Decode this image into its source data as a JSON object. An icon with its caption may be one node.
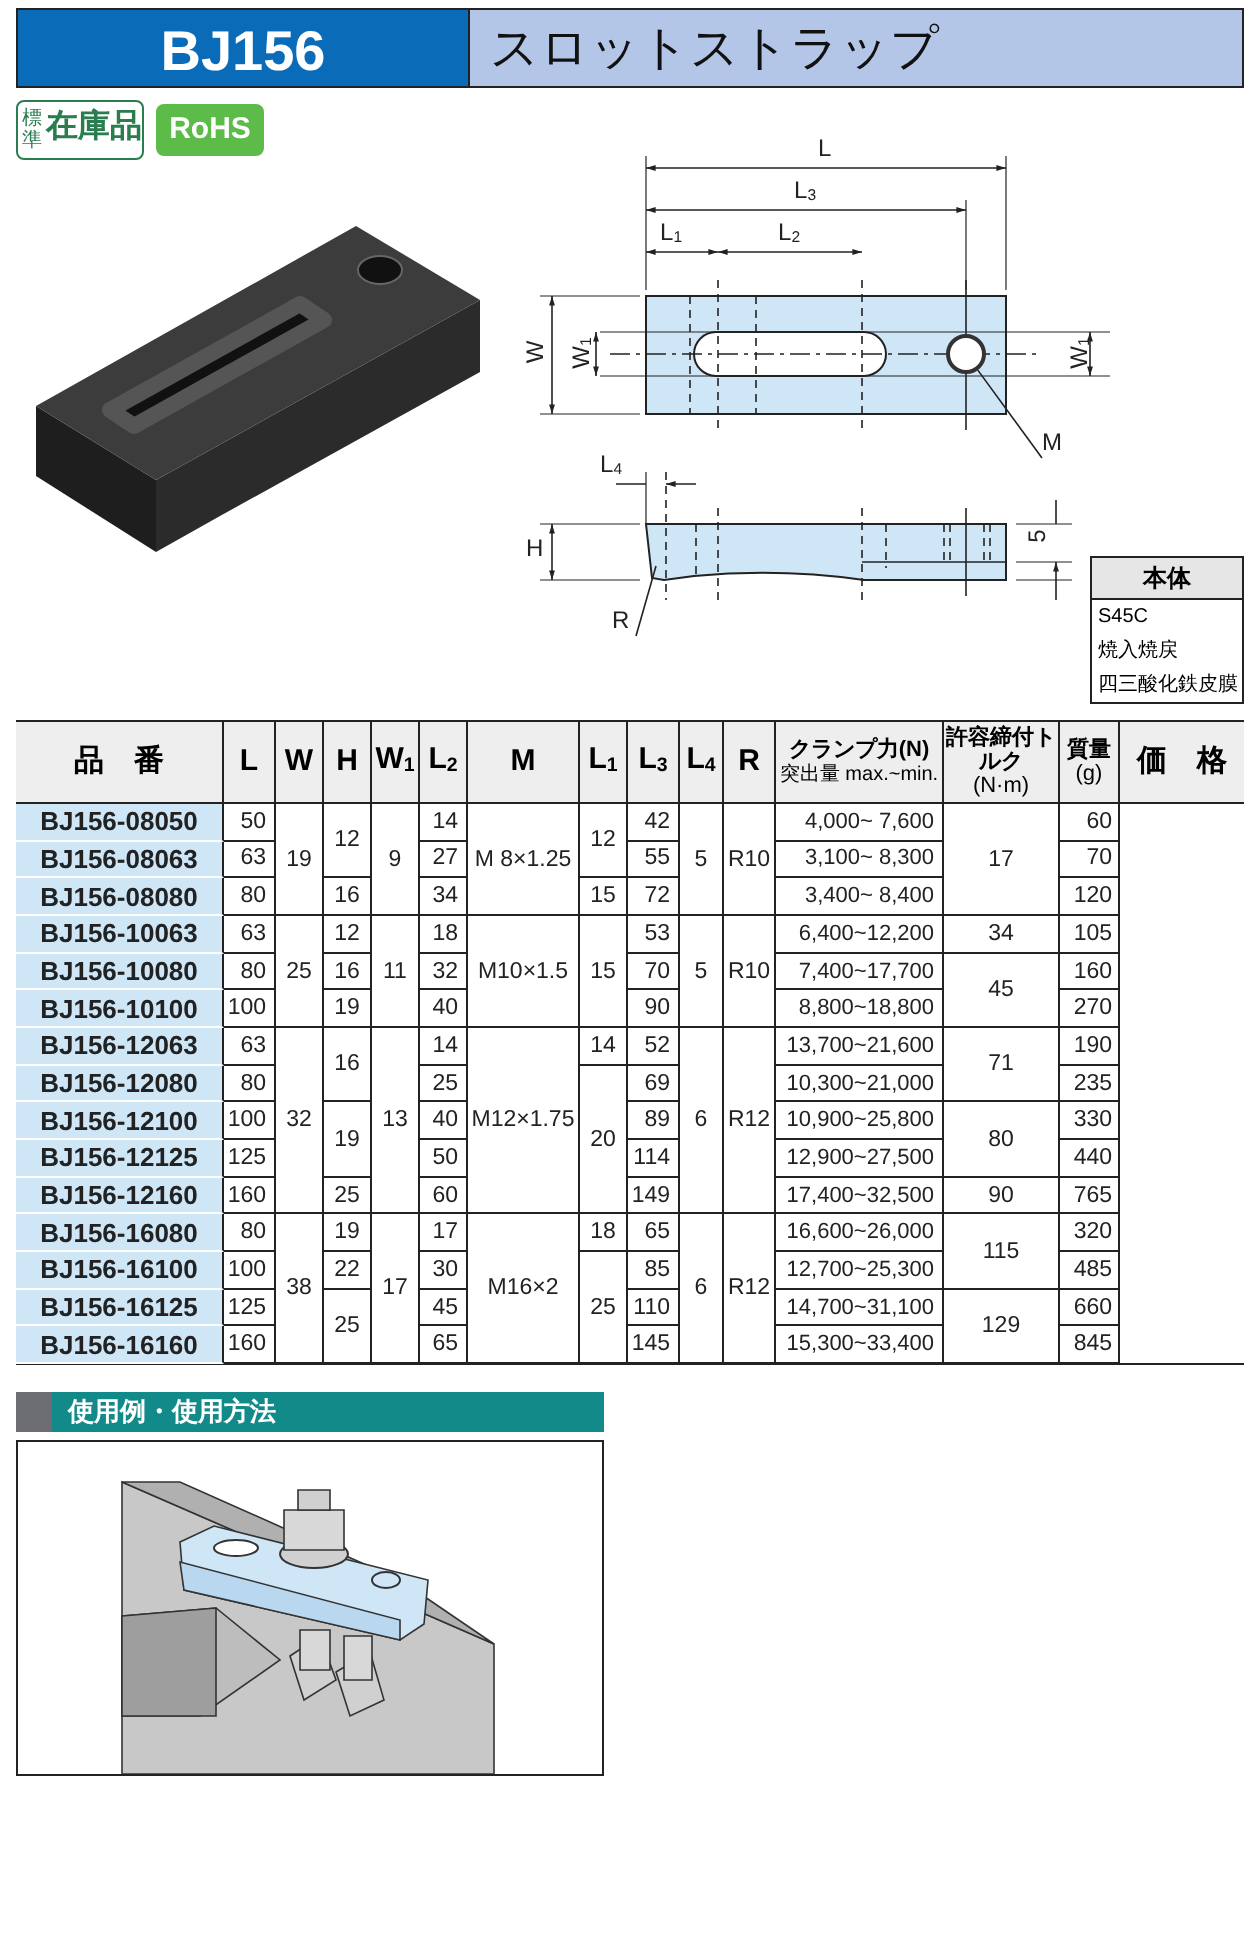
{
  "diagram": {
    "title": "スロットストラップ",
    "nodes": [
      {
        "text": [
          "M"
        ]
      },
      {
        "text": [],
        "shape": "circle"
      },
      {
        "text": [
          "R"
        ]
      },
      {
        "text": [
          "本体",
          "S45C",
          "焼入焼戻",
          "四三酸化鉄皮膜"
        ]
      }
    ],
    "edges": [
      {
        "from": 0,
        "to": 1,
        "arrow": "none"
      },
      {
        "from": 2,
        "to": null,
        "arrow": "none"
      }
    ],
    "labels": [
      "BJ156",
      "標準",
      "在庫品",
      "RoHS",
      "L",
      "L$_{3}$",
      "L$_{1}$",
      "L$_{2}$",
      "W",
      "W$_{1}$",
      "W$_{1}$",
      "L$_{4}$",
      "H",
      "5",
      "品　番",
      "L",
      "W",
      "H",
      "W$_{1}$",
      "L$_{2}$",
      "M",
      "L$_{1}$",
      "L$_{3}$",
      "L$_{4}$",
      "R",
      "クランプ力(N)",
      "突出量 max.~min.",
      "許容締付トルク",
      "(N·m)",
      "質量",
      "(g)",
      "価　格",
      "BJ156-08050",
      "50",
      "19",
      "12",
      "9",
      "14",
      "M 8×1.25",
      "12",
      "42",
      "5",
      "R10",
      "4,000~ 7,600",
      "17",
      "60",
      "BJ156-08063",
      "63",
      "27",
      "55",
      "3,100~ 8,300",
      "70",
      "BJ156-08080",
      "80",
      "16",
      "34",
      "15",
      "72",
      "3,400~ 8,400",
      "120",
      "BJ156-10063",
      "63",
      "25",
      "12",
      "11",
      "18",
      "M10×1.5",
      "15",
      "53",
      "5",
      "R10",
      "6,400~12,200",
      "34",
      "105",
      "BJ156-10080",
      "80",
      "16",
      "32",
      "70",
      "7,400~17,700",
      "45",
      "160",
      "BJ156-10100",
      "100",
      "19",
      "40",
      "90",
      "8,800~18,800",
      "270",
      "BJ156-12063",
      "63",
      "32",
      "16",
      "13",
      "14",
      "M12×1.75",
      "14",
      "52",
      "6",
      "R12",
      "13,700~21,600",
      "71",
      "190",
      "BJ156-12080",
      "80",
      "25",
      "20",
      "69",
      "10,300~21,000",
      "235",
      "BJ156-12100",
      "100",
      "19",
      "40",
      "89",
      "10,900~25,800",
      "80",
      "330",
      "BJ156-12125",
      "125",
      "50",
      "114",
      "12,900~27,500",
      "440",
      "BJ156-12160",
      "160",
      "25",
      "60",
      "149",
      "17,400~32,500",
      "90",
      "765",
      "BJ156-16080",
      "80",
      "38",
      "19",
      "17",
      "17",
      "M16×2",
      "18",
      "65",
      "6",
      "R12",
      "16,600~26,000",
      "115",
      "320",
      "BJ156-16100",
      "100",
      "22",
      "30",
      "25",
      "85",
      "12,700~25,300",
      "485",
      "BJ156-16125",
      "125",
      "25",
      "45",
      "110",
      "14,700~31,100",
      "129",
      "660",
      "BJ156-16160",
      "160",
      "65",
      "145",
      "15,300~33,400",
      "845",
      "使用例・使用方法"
    ]
  }
}
